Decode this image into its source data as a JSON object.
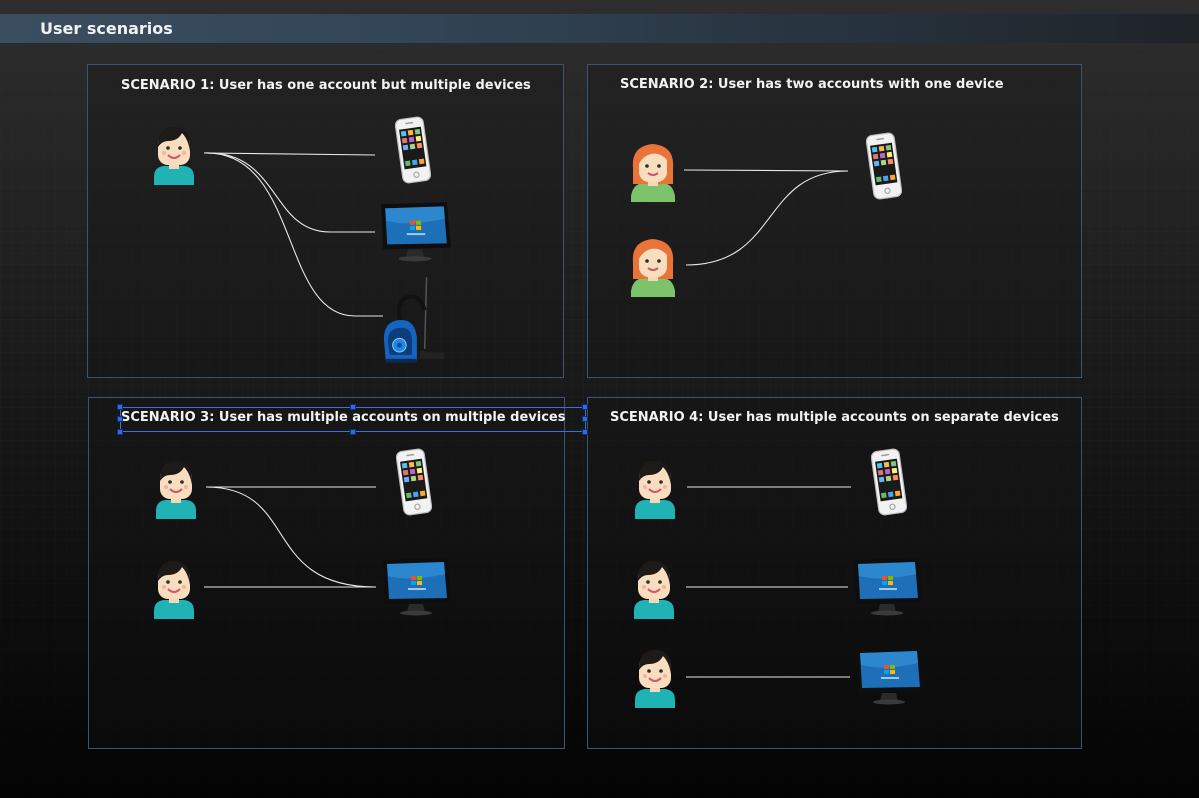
{
  "page": {
    "title": "User scenarios"
  },
  "scenarios": [
    {
      "id": 1,
      "title": "SCENARIO 1: User has one account but multiple devices"
    },
    {
      "id": 2,
      "title": "SCENARIO 2: User has two accounts with one device"
    },
    {
      "id": 3,
      "title": "SCENARIO 3: User has multiple accounts on multiple devices"
    },
    {
      "id": 4,
      "title": "SCENARIO 4: User has multiple accounts on separate devices"
    }
  ],
  "icons": {
    "male_user": "male-user-icon",
    "female_user": "female-user-icon",
    "smartphone": "smartphone-icon",
    "monitor": "desktop-monitor-icon",
    "vacuum": "vacuum-cleaner-icon"
  },
  "colors": {
    "panel_border": "#3a5574",
    "link_line": "#e8e8e8",
    "selection": "#2f6be0",
    "title_bar": "#3b4e60"
  }
}
